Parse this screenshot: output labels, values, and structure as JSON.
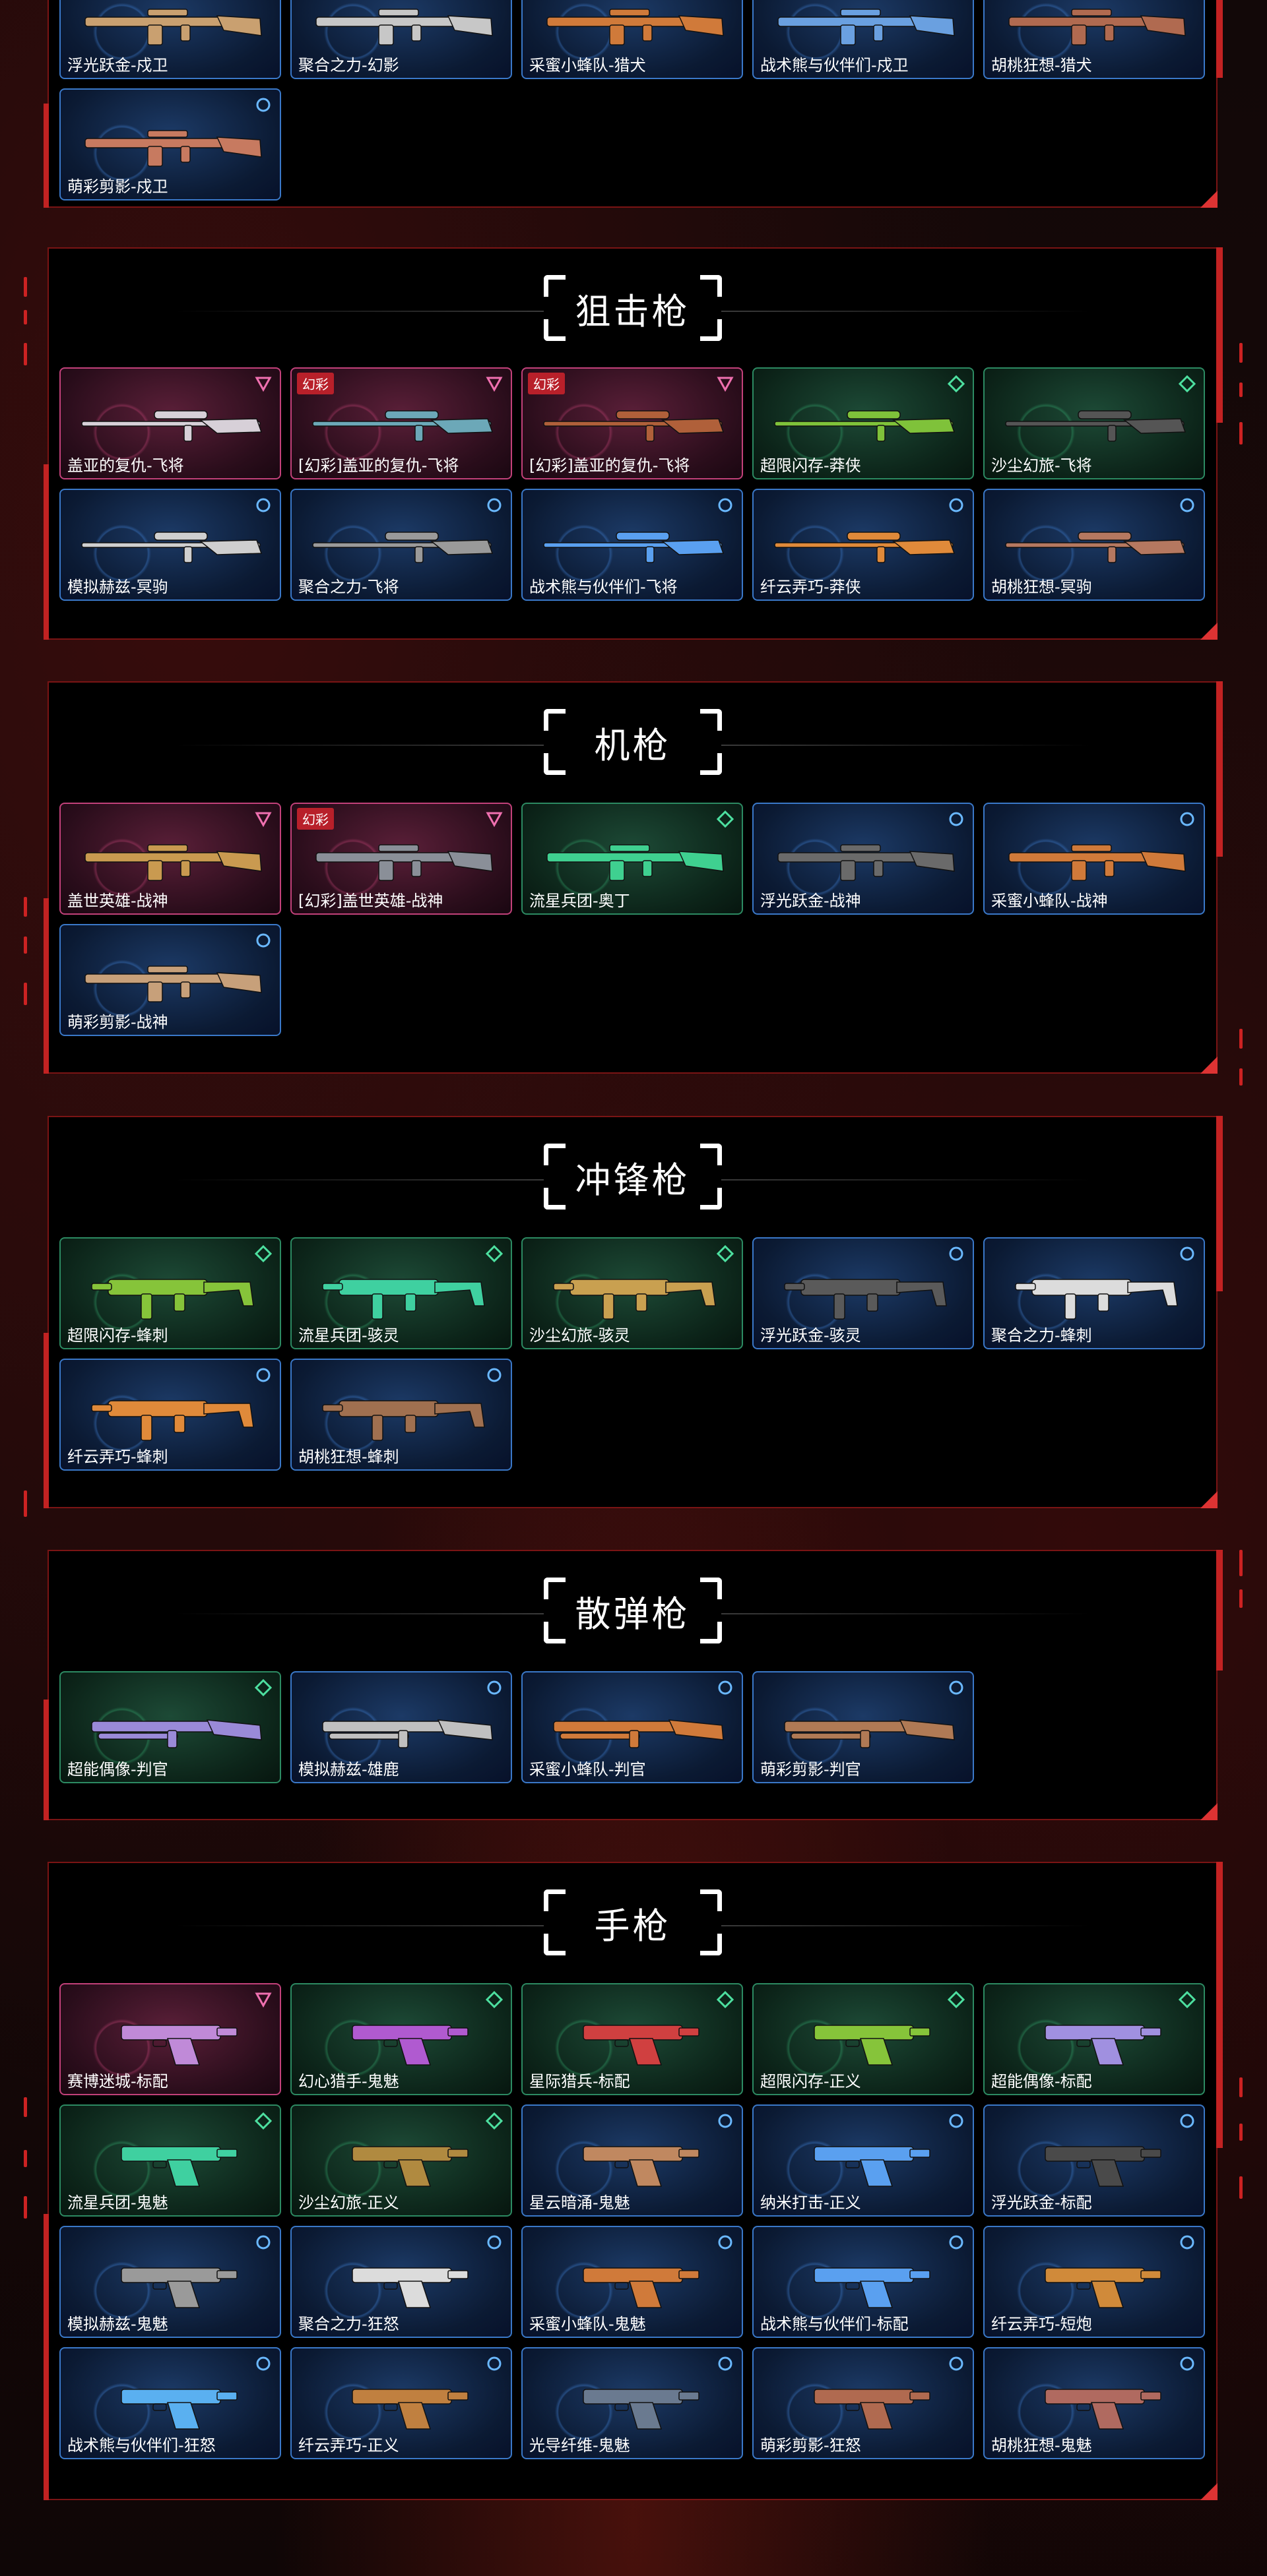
{
  "colors": {
    "accent": "#c22222",
    "panel_border": "#7a1414",
    "rarity_blue": "#3a78c8",
    "rarity_green": "#2c8a62",
    "rarity_pink": "#c2417a"
  },
  "sections": [
    {
      "id": "rifles-partial",
      "title": "",
      "items": [
        {
          "name": "浮光跃金-戍卫",
          "rarity": "blue",
          "tag": "",
          "color": "#c9a070"
        },
        {
          "name": "聚合之力-幻影",
          "rarity": "blue",
          "tag": "",
          "color": "#c7c7c7"
        },
        {
          "name": "采蜜小蜂队-猎犬",
          "rarity": "blue",
          "tag": "",
          "color": "#d07a3a"
        },
        {
          "name": "战术熊与伙伴们-戍卫",
          "rarity": "blue",
          "tag": "",
          "color": "#6aa0e0"
        },
        {
          "name": "胡桃狂想-猎犬",
          "rarity": "blue",
          "tag": "",
          "color": "#b06a50"
        },
        {
          "name": "萌彩剪影-戍卫",
          "rarity": "blue",
          "tag": "",
          "color": "#c77a60"
        }
      ]
    },
    {
      "id": "sniper",
      "title": "狙击枪",
      "items": [
        {
          "name": "盖亚的复仇-飞将",
          "rarity": "pink",
          "tag": "",
          "color": "#d7d0d8"
        },
        {
          "name": "[幻彩]盖亚的复仇-飞将",
          "rarity": "pink",
          "tag": "幻彩",
          "color": "#6ca8b8"
        },
        {
          "name": "[幻彩]盖亚的复仇-飞将",
          "rarity": "pink",
          "tag": "幻彩",
          "color": "#b0603a"
        },
        {
          "name": "超限闪存-莽侠",
          "rarity": "green",
          "tag": "",
          "color": "#7fc23a"
        },
        {
          "name": "沙尘幻旅-飞将",
          "rarity": "green",
          "tag": "",
          "color": "#555555"
        },
        {
          "name": "模拟赫兹-冥驹",
          "rarity": "blue",
          "tag": "",
          "color": "#cfcfcf"
        },
        {
          "name": "聚合之力-飞将",
          "rarity": "blue",
          "tag": "",
          "color": "#9a9a9a"
        },
        {
          "name": "战术熊与伙伴们-飞将",
          "rarity": "blue",
          "tag": "",
          "color": "#5aa0f0"
        },
        {
          "name": "纤云弄巧-莽侠",
          "rarity": "blue",
          "tag": "",
          "color": "#e08a3a"
        },
        {
          "name": "胡桃狂想-冥驹",
          "rarity": "blue",
          "tag": "",
          "color": "#b57860"
        }
      ]
    },
    {
      "id": "machinegun",
      "title": "机枪",
      "items": [
        {
          "name": "盖世英雄-战神",
          "rarity": "pink",
          "tag": "",
          "color": "#c99a50"
        },
        {
          "name": "[幻彩]盖世英雄-战神",
          "rarity": "pink",
          "tag": "幻彩",
          "color": "#8a8f98"
        },
        {
          "name": "流星兵团-奥丁",
          "rarity": "green",
          "tag": "",
          "color": "#3fd090"
        },
        {
          "name": "浮光跃金-战神",
          "rarity": "blue",
          "tag": "",
          "color": "#6a6a6a"
        },
        {
          "name": "采蜜小蜂队-战神",
          "rarity": "blue",
          "tag": "",
          "color": "#d07a3a"
        },
        {
          "name": "萌彩剪影-战神",
          "rarity": "blue",
          "tag": "",
          "color": "#c7a07a"
        }
      ]
    },
    {
      "id": "smg",
      "title": "冲锋枪",
      "items": [
        {
          "name": "超限闪存-蜂刺",
          "rarity": "green",
          "tag": "",
          "color": "#86c43a"
        },
        {
          "name": "流星兵团-骇灵",
          "rarity": "green",
          "tag": "",
          "color": "#3fd0a0"
        },
        {
          "name": "沙尘幻旅-骇灵",
          "rarity": "green",
          "tag": "",
          "color": "#c9a050"
        },
        {
          "name": "浮光跃金-骇灵",
          "rarity": "blue",
          "tag": "",
          "color": "#5a5a5a"
        },
        {
          "name": "聚合之力-蜂刺",
          "rarity": "blue",
          "tag": "",
          "color": "#dcdcdc"
        },
        {
          "name": "纤云弄巧-蜂刺",
          "rarity": "blue",
          "tag": "",
          "color": "#e08a3a"
        },
        {
          "name": "胡桃狂想-蜂刺",
          "rarity": "blue",
          "tag": "",
          "color": "#a07050"
        }
      ]
    },
    {
      "id": "shotgun",
      "title": "散弹枪",
      "items": [
        {
          "name": "超能偶像-判官",
          "rarity": "green",
          "tag": "",
          "color": "#9a8ad8"
        },
        {
          "name": "模拟赫兹-雄鹿",
          "rarity": "blue",
          "tag": "",
          "color": "#c0c0c0"
        },
        {
          "name": "采蜜小蜂队-判官",
          "rarity": "blue",
          "tag": "",
          "color": "#d07a3a"
        },
        {
          "name": "萌彩剪影-判官",
          "rarity": "blue",
          "tag": "",
          "color": "#b07a55"
        }
      ]
    },
    {
      "id": "pistol",
      "title": "手枪",
      "items": [
        {
          "name": "赛博迷城-标配",
          "rarity": "pink",
          "tag": "",
          "color": "#c08ad8"
        },
        {
          "name": "幻心猎手-鬼魅",
          "rarity": "green",
          "tag": "",
          "color": "#b05ad0"
        },
        {
          "name": "星际猎兵-标配",
          "rarity": "green",
          "tag": "",
          "color": "#d04040"
        },
        {
          "name": "超限闪存-正义",
          "rarity": "green",
          "tag": "",
          "color": "#86c43a"
        },
        {
          "name": "超能偶像-标配",
          "rarity": "green",
          "tag": "",
          "color": "#a090e0"
        },
        {
          "name": "流星兵团-鬼魅",
          "rarity": "green",
          "tag": "",
          "color": "#3fd0a0"
        },
        {
          "name": "沙尘幻旅-正义",
          "rarity": "green",
          "tag": "",
          "color": "#b08a40"
        },
        {
          "name": "星云暗涌-鬼魅",
          "rarity": "blue",
          "tag": "",
          "color": "#c08860"
        },
        {
          "name": "纳米打击-正义",
          "rarity": "blue",
          "tag": "",
          "color": "#5aa0f0"
        },
        {
          "name": "浮光跃金-标配",
          "rarity": "blue",
          "tag": "",
          "color": "#4a4a4a"
        },
        {
          "name": "模拟赫兹-鬼魅",
          "rarity": "blue",
          "tag": "",
          "color": "#9a9a9a"
        },
        {
          "name": "聚合之力-狂怒",
          "rarity": "blue",
          "tag": "",
          "color": "#dcdcdc"
        },
        {
          "name": "采蜜小蜂队-鬼魅",
          "rarity": "blue",
          "tag": "",
          "color": "#d07a3a"
        },
        {
          "name": "战术熊与伙伴们-标配",
          "rarity": "blue",
          "tag": "",
          "color": "#5aa0f0"
        },
        {
          "name": "纤云弄巧-短炮",
          "rarity": "blue",
          "tag": "",
          "color": "#d08a3a"
        },
        {
          "name": "战术熊与伙伴们-狂怒",
          "rarity": "blue",
          "tag": "",
          "color": "#5ab0f0"
        },
        {
          "name": "纤云弄巧-正义",
          "rarity": "blue",
          "tag": "",
          "color": "#c08040"
        },
        {
          "name": "光导纤维-鬼魅",
          "rarity": "blue",
          "tag": "",
          "color": "#6a7a90"
        },
        {
          "name": "萌彩剪影-狂怒",
          "rarity": "blue",
          "tag": "",
          "color": "#b06a50"
        },
        {
          "name": "胡桃狂想-鬼魅",
          "rarity": "blue",
          "tag": "",
          "color": "#b06a60"
        }
      ]
    }
  ]
}
